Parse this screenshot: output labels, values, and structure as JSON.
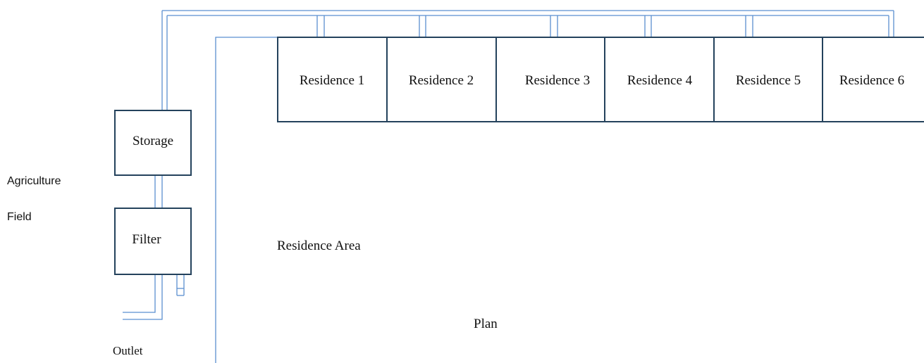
{
  "residences": [
    {
      "label": "Residence 1"
    },
    {
      "label": "Residence 2"
    },
    {
      "label": "Residence 3"
    },
    {
      "label": "Residence 4"
    },
    {
      "label": "Residence 5"
    },
    {
      "label": "Residence 6"
    }
  ],
  "storage": {
    "label": "Storage"
  },
  "filter": {
    "label": "Filter"
  },
  "agriculture": {
    "line1": "Agriculture",
    "line2": "Field"
  },
  "outlet": {
    "label": "Outlet"
  },
  "residence_area": {
    "label": "Residence Area"
  },
  "plan": {
    "label": "Plan"
  },
  "colors": {
    "pipe": "#5b8fd0",
    "box_border": "#24425c",
    "text": "#111111"
  }
}
